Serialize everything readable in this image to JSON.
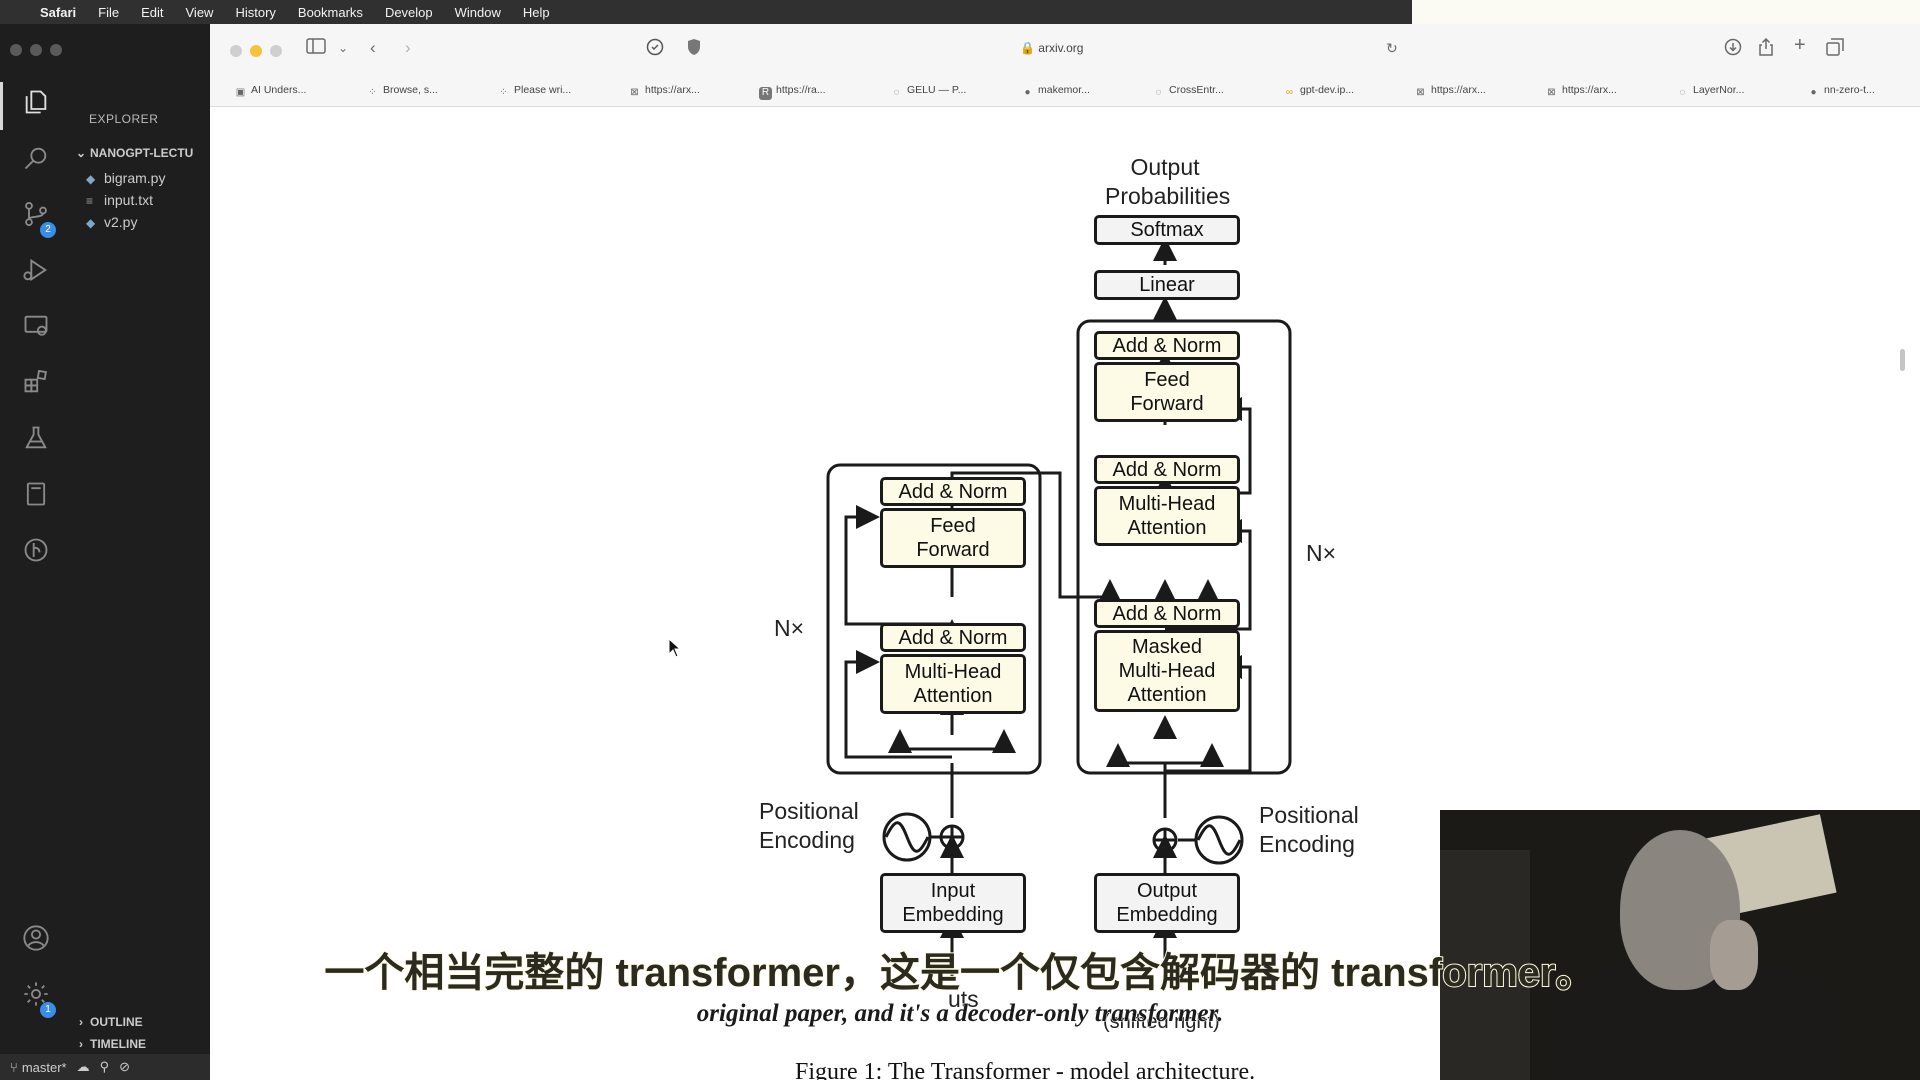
{
  "menubar": {
    "apple": "",
    "items": [
      "Safari",
      "File",
      "Edit",
      "View",
      "History",
      "Bookmarks",
      "Develop",
      "Window",
      "Help"
    ]
  },
  "vscode": {
    "explorer_title": "EXPLORER",
    "folder": "NANOGPT-LECTU",
    "files": [
      "bigram.py",
      "input.txt",
      "v2.py"
    ],
    "scm_badge": "2",
    "settings_badge": "1",
    "sections": [
      "OUTLINE",
      "TIMELINE"
    ],
    "status": {
      "branch": "master*"
    }
  },
  "safari": {
    "url": "arxiv.org",
    "bookmarks": [
      "AI Unders...",
      "Browse, s...",
      "Please wri...",
      "https://arx...",
      "https://ra...",
      "GELU — P...",
      "makemor...",
      "CrossEntr...",
      "gpt-dev.ip...",
      "https://arx...",
      "https://arx...",
      "LayerNor...",
      "nn-zero-t..."
    ]
  },
  "diagram": {
    "output_probabilities": [
      "Output",
      "Probabilities"
    ],
    "softmax": "Softmax",
    "linear": "Linear",
    "add_norm": "Add & Norm",
    "feed_forward": [
      "Feed",
      "Forward"
    ],
    "multi_head": [
      "Multi-Head",
      "Attention"
    ],
    "masked": [
      "Masked",
      "Multi-Head",
      "Attention"
    ],
    "nx": "N×",
    "positional_encoding": [
      "Positional",
      "Encoding"
    ],
    "input_embedding": [
      "Input",
      "Embedding"
    ],
    "output_embedding": [
      "Output",
      "Embedding"
    ],
    "inputs_partial": "uts",
    "shifted_partial": "(shifted right)",
    "caption": "Figure 1: The Transformer - model architecture."
  },
  "subtitles": {
    "cn": "一个相当完整的 transformer，这是一个仅包含解码器的 transformer。",
    "en": "original paper, and it's a decoder-only transformer."
  }
}
